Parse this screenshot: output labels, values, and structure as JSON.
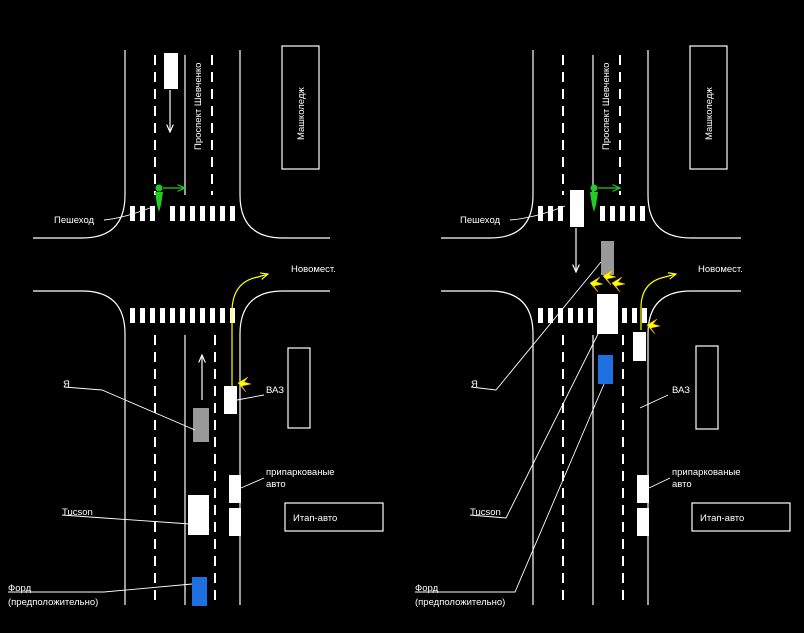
{
  "labels": {
    "street": "Проспект Шевченко",
    "college": "Машколедж",
    "pedestrian": "Пешеход",
    "novomest": "Новомест.",
    "me": "Я",
    "vaz": "ВАЗ",
    "parked_line1": "припаркованые",
    "parked_line2": "авто",
    "tucson": "Tucson",
    "itap": "Итап-авто",
    "ford_line1": "Форд",
    "ford_line2": "(предположительно)"
  },
  "colors": {
    "background": "#000000",
    "lines": "#ffffff",
    "my_car": "#999999",
    "ford": "#1e6fe0",
    "pedestrian": "#22cc22",
    "path": "#ffff00",
    "impact": "#ffff00"
  }
}
